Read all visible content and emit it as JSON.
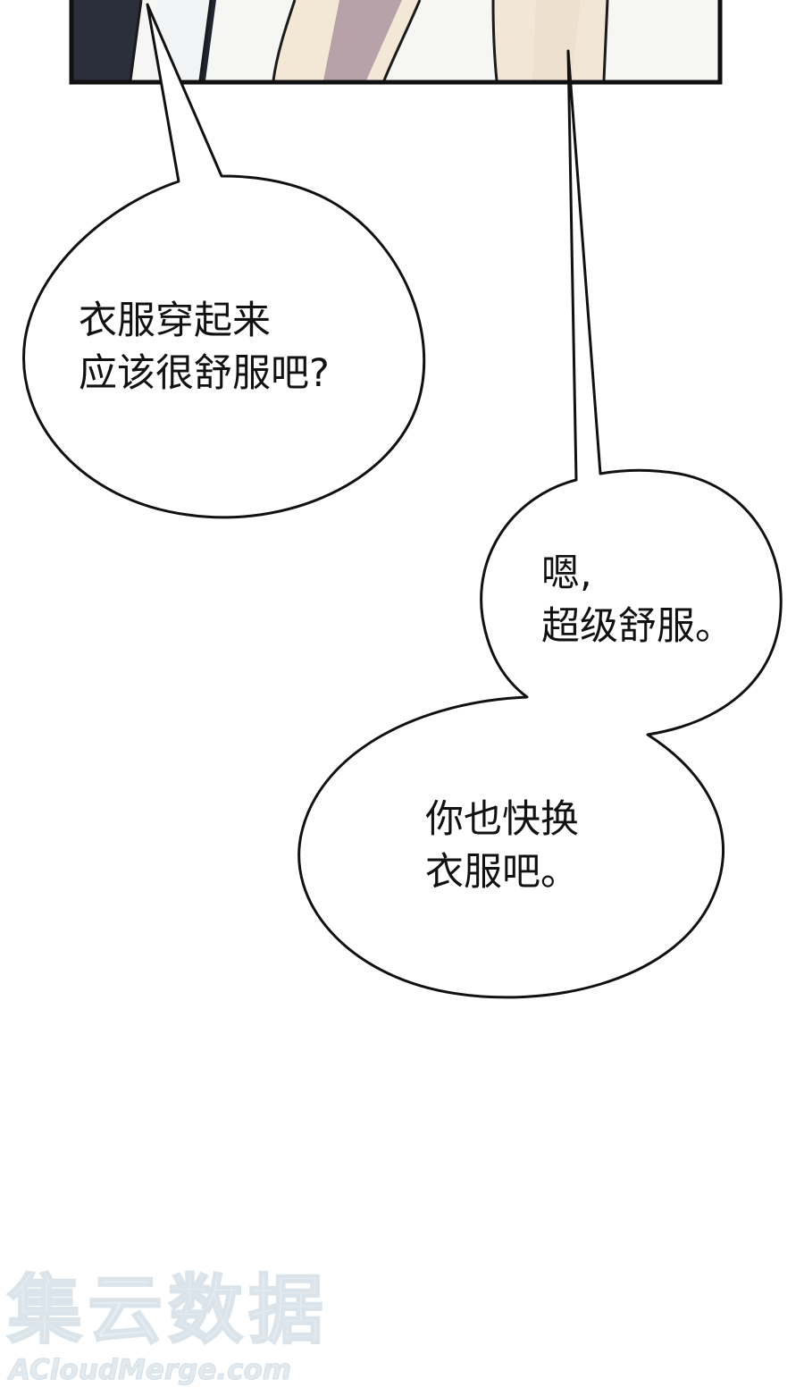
{
  "bubbles": [
    {
      "lines": [
        "衣服穿起来",
        "应该很舒服吧?"
      ]
    },
    {
      "lines": [
        "嗯,",
        "超级舒服。"
      ]
    },
    {
      "lines": [
        "你也快换",
        "衣服吧。"
      ]
    }
  ],
  "watermark": {
    "cjk": "集云数据",
    "latin": "ACloudMerge.com"
  },
  "colors": {
    "background": "#ffffff",
    "ink": "#111111",
    "watermark": "#e7eef3",
    "skin": "#f3e7d6",
    "cloth_dark": "#2a2f3a",
    "cloth_mauve": "#b7a2a9"
  }
}
